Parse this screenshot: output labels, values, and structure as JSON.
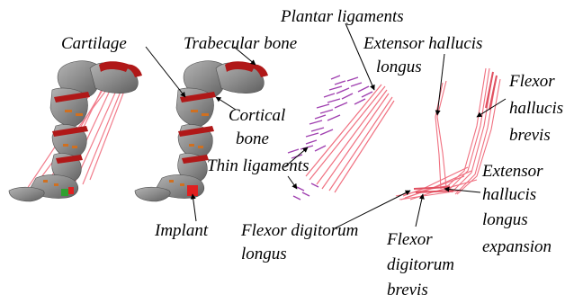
{
  "labels": {
    "cartilage": "Cartilage",
    "trabecular_bone": "Trabecular bone",
    "cortical_bone_1": "Cortical",
    "cortical_bone_2": "bone",
    "implant": "Implant",
    "plantar_ligaments": "Plantar ligaments",
    "thin_ligaments": "Thin ligaments",
    "flexor_digitorum_longus_1": "Flexor digitorum",
    "flexor_digitorum_longus_2": "longus",
    "extensor_hallucis_longus_1": "Extensor hallucis",
    "extensor_hallucis_longus_2": "longus",
    "flexor_hallucis_brevis_1": "Flexor",
    "flexor_hallucis_brevis_2": "hallucis",
    "flexor_hallucis_brevis_3": "brevis",
    "extensor_hallucis_longus_expansion_1": "Extensor",
    "extensor_hallucis_longus_expansion_2": "hallucis",
    "extensor_hallucis_longus_expansion_3": "longus",
    "extensor_hallucis_longus_expansion_4": "expansion",
    "flexor_digitorum_brevis_1": "Flexor",
    "flexor_digitorum_brevis_2": "digitorum",
    "flexor_digitorum_brevis_3": "brevis"
  },
  "colors": {
    "bone": "#8a8a8a",
    "cartilage": "#b01818",
    "ligament": "#f07080",
    "thin_ligament": "#a040b0",
    "implant": "#e02020",
    "growth_plate": "#d07020"
  },
  "panels": [
    "full-foot-model",
    "bone-model",
    "ligament-model",
    "muscle-model"
  ]
}
